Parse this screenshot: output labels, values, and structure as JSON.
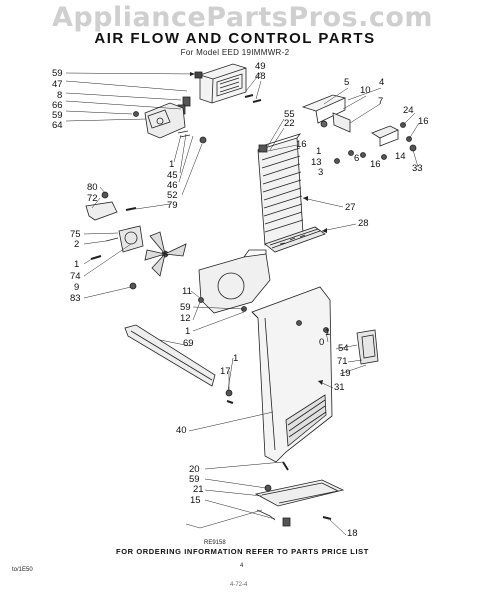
{
  "watermark": "AppliancePartsPros.com",
  "title": "AIR FLOW AND CONTROL PARTS",
  "subtitle": "For Model EED 19IMMWR-2",
  "footer": "FOR ORDERING INFORMATION REFER TO PARTS PRICE LIST",
  "drawing_code": "RE9158",
  "page_number": "4",
  "corner_code": "to/1E50",
  "bottom_code": "4-72-4",
  "callouts": [
    "59",
    "47",
    "8",
    "66",
    "59",
    "64",
    "49",
    "48",
    "5",
    "10",
    "4",
    "7",
    "55",
    "22",
    "16",
    "1",
    "13",
    "3",
    "6",
    "16",
    "14",
    "24",
    "16",
    "33",
    "1",
    "45",
    "46",
    "52",
    "79",
    "80",
    "72",
    "75",
    "2",
    "1",
    "74",
    "9",
    "83",
    "27",
    "28",
    "11",
    "59",
    "12",
    "1",
    "69",
    "1",
    "17",
    "1",
    "0",
    "54",
    "71",
    "19",
    "31",
    "40",
    "20",
    "59",
    "21",
    "15",
    "18"
  ]
}
